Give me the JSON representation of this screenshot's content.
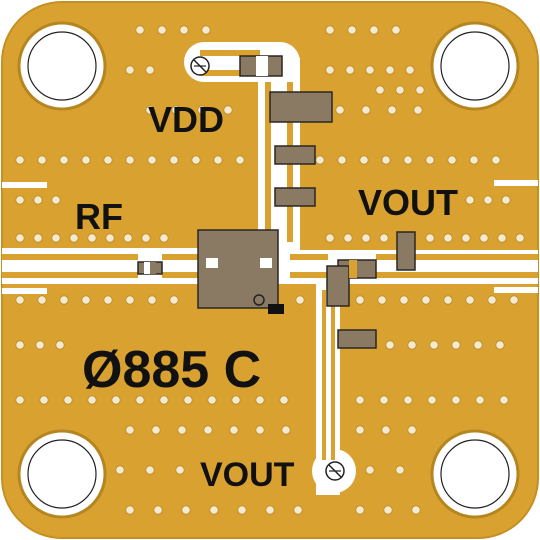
{
  "board": {
    "colors": {
      "substrate": "#d9a230",
      "trace": "#ffffff",
      "via": "#f4ead0",
      "component": "#8a7a64",
      "component_dark": "#6e6150",
      "component_outline": "#2a2622",
      "silkscreen": "#111111",
      "background": "#ffffff"
    },
    "labels": {
      "vdd": "VDD",
      "rf": "RF",
      "vout_right": "VOUT",
      "vout_bottom": "VOUT",
      "part_number": "Ø885 C"
    },
    "icons": {
      "mounting_hole": "circle",
      "test_point": "crossed-circle"
    }
  }
}
